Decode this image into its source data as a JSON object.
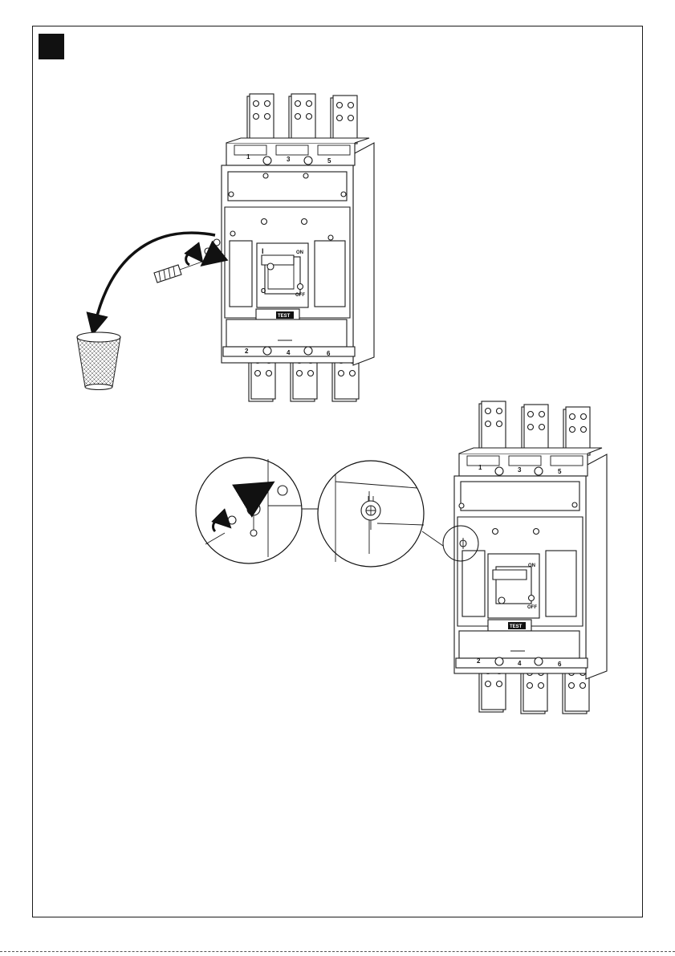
{
  "step": {
    "marker_color": "#111111"
  },
  "breaker": {
    "top_terminals": [
      "1",
      "3",
      "5"
    ],
    "bottom_terminals": [
      "2",
      "4",
      "6"
    ],
    "on_label": "ON",
    "off_label": "OFF",
    "on_symbol": "I",
    "off_symbol": "O",
    "test_label": "TEST"
  },
  "icons": [
    "screwdriver-icon",
    "waste-bin-icon",
    "rotate-arrow-icon",
    "push-arrow-icon",
    "pull-arrow-icon",
    "curved-discard-arrow-icon",
    "sealing-screw-icon"
  ]
}
